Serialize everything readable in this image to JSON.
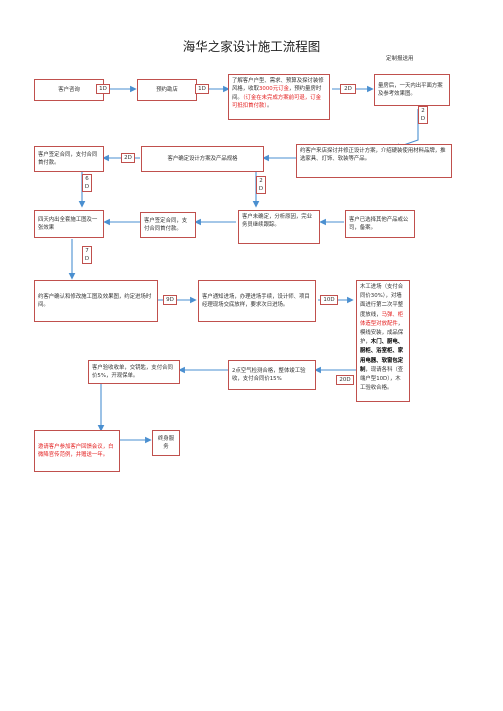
{
  "title": "海华之家设计施工流程图",
  "note_top": "定制报送用",
  "colors": {
    "border": "#c0504d",
    "arrow": "#4a8fd0",
    "highlight": "#e41c1c"
  },
  "boxes": {
    "consult": "客户咨询",
    "booking": "预约勘店",
    "understand_a": "了解客户户型、需求、预算及探讨装修风格，收取",
    "understand_red1": "3000元订金",
    "understand_b": "，预约量房时间。",
    "understand_red2": "（订金在未完成方案前可退，订金可抵扣首付款）",
    "understand_c": "。",
    "plan_show": "量房后，一天内出平面方案及参考效果图。",
    "confirm_plan": "约客户来店探讨并修正设计方案，介绍硬装使用材料品牌，推选家具、灯饰、软装等产品。",
    "sign_left": "客户签定合同，支付合同首付款。",
    "confirm_product": "客户确定设计方案及产品规格",
    "four_days": "四天内出全套施工图及一张效果",
    "sign_mid": "客户签定合同，支付合同首付款。",
    "undecided": "客户未确定，分析原因，完业务员继续跟踪。",
    "chose_other": "客户已选择其他产品或公司，备案。",
    "confirm_drawings": "约客户确认和修改施工图及效果图，约定进场时间。",
    "notify": "客户通知进场，办理进场手续，设计师、项目经理现场交底放样，要求次日进场。",
    "wood_a": "木工进场（支付合同价",
    "wood_b": "30%",
    "wood_c": "），对墙面进行第二次平整度放线，",
    "wood_red": "马弹、柜体造型对放配件",
    "wood_d": "，模线安装，成品保护，",
    "wood_bold": "木门、厨电、厨柜、浴室柜、家用电器、软窗包定制",
    "wood_e": "，现请各科（查端户型",
    "wood_f": "10D",
    "wood_g": "），木工验收合格。",
    "air_check": "2点空气检测合格，整体竣工验收，支付合同价",
    "air_check_pct": "15%",
    "accept": "客户验收收单，交钥匙，支付合同价",
    "accept_pct": "5%",
    "accept_end": "，开观保单。",
    "invite": "邀请客户参加客户回馈会议，白微降官传范例，并赠送一年。",
    "service": "终身服务"
  },
  "tags": {
    "t1": "1D",
    "t2": "1D",
    "t3": "2D",
    "t4a": "2",
    "t4b": "D",
    "t5": "2D",
    "t6a": "6",
    "t6b": "D",
    "t7a": "2",
    "t7b": "D",
    "t8a": "7",
    "t8b": "D",
    "t9": "9D",
    "t10": "10D",
    "t11": "20D"
  }
}
